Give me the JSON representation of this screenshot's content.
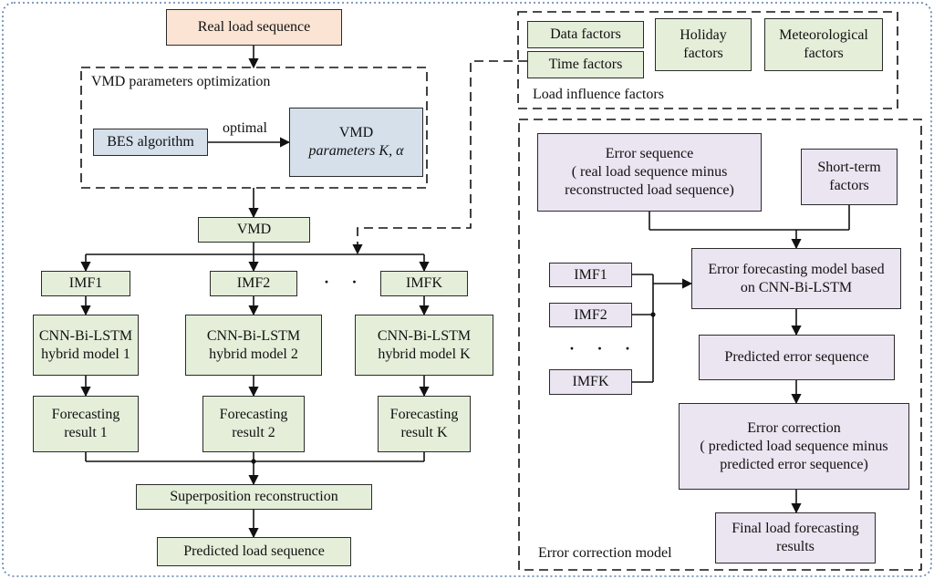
{
  "colors": {
    "outer_border": "#5b7fa8",
    "green_fill": "#e4eed9",
    "blue_fill": "#d5e0eb",
    "peach_fill": "#fbe4d4",
    "lavender_fill": "#ebe4f1"
  },
  "left": {
    "real_load": "Real load sequence",
    "vmd_opt_title": "VMD parameters optimization",
    "bes": "BES algorithm",
    "optimal": "optimal",
    "vmd_params_line1": "VMD",
    "vmd_params_line2": "parameters K,  α",
    "vmd": "VMD",
    "dots": "· · ·",
    "columns": [
      {
        "imf": "IMF1",
        "model_l1": "CNN-Bi-LSTM",
        "model_l2": "hybrid model 1",
        "result_l1": "Forecasting",
        "result_l2": "result 1"
      },
      {
        "imf": "IMF2",
        "model_l1": "CNN-Bi-LSTM",
        "model_l2": "hybrid model 2",
        "result_l1": "Forecasting",
        "result_l2": "result 2"
      },
      {
        "imf": "IMFK",
        "model_l1": "CNN-Bi-LSTM",
        "model_l2": "hybrid model K",
        "result_l1": "Forecasting",
        "result_l2": "result K"
      }
    ],
    "superposition": "Superposition reconstruction",
    "predicted_load": "Predicted load sequence"
  },
  "influence": {
    "title": "Load influence factors",
    "data_factors": "Data factors",
    "time_factors": "Time factors",
    "holiday_l1": "Holiday",
    "holiday_l2": "factors",
    "meteo_l1": "Meteorological",
    "meteo_l2": "factors"
  },
  "correction": {
    "title": "Error correction model",
    "error_seq_l1": "Error sequence",
    "error_seq_l2": "( real load sequence minus",
    "error_seq_l3": "reconstructed load sequence)",
    "short_term_l1": "Short-term",
    "short_term_l2": "factors",
    "imf1": "IMF1",
    "imf2": "IMF2",
    "dots": "· · ·",
    "imfk": "IMFK",
    "efm_l1": "Error forecasting model based",
    "efm_l2": "on CNN-Bi-LSTM",
    "predicted_error": "Predicted error sequence",
    "ec_l1": "Error correction",
    "ec_l2": "( predicted load sequence minus",
    "ec_l3": "predicted error sequence)",
    "final_l1": "Final load forecasting",
    "final_l2": "results"
  }
}
